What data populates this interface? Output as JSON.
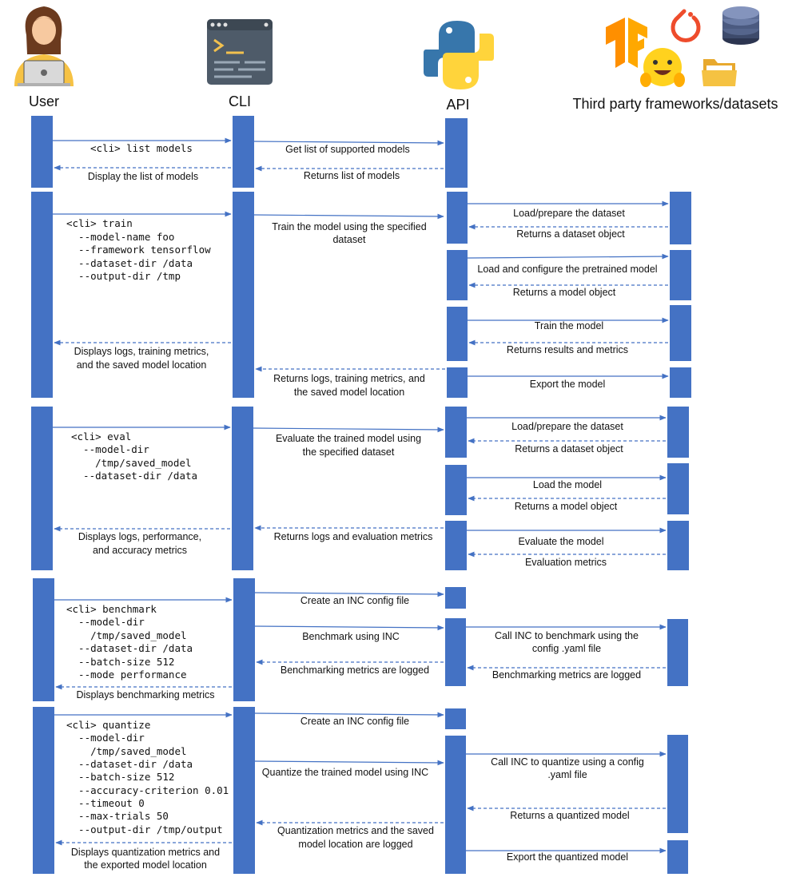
{
  "participants": {
    "user": "User",
    "cli": "CLI",
    "api": "API",
    "third_party": "Third party frameworks/datasets"
  },
  "commands": {
    "list": [
      "<cli> list models"
    ],
    "train": [
      "<cli> train",
      "  --model-name foo",
      "  --framework tensorflow",
      "  --dataset-dir /data",
      "  --output-dir /tmp"
    ],
    "eval": [
      "<cli> eval",
      "  --model-dir",
      "    /tmp/saved_model",
      "  --dataset-dir /data"
    ],
    "benchmark": [
      "<cli> benchmark",
      "  --model-dir",
      "    /tmp/saved_model",
      "  --dataset-dir /data",
      "  --batch-size 512",
      "  --mode performance"
    ],
    "quantize": [
      "<cli> quantize",
      "  --model-dir",
      "    /tmp/saved_model",
      "  --dataset-dir /data",
      "  --batch-size 512",
      "  --accuracy-criterion 0.01",
      "  --timeout 0",
      "  --max-trials 50",
      "  --output-dir /tmp/output"
    ]
  },
  "messages": [
    {
      "id": "m1",
      "lines": [
        "Get list of supported models"
      ]
    },
    {
      "id": "m2",
      "lines": [
        "Display the list of models"
      ]
    },
    {
      "id": "m3",
      "lines": [
        "Returns list of models"
      ]
    },
    {
      "id": "m4",
      "lines": [
        "Train the model using the specified",
        "dataset"
      ]
    },
    {
      "id": "m5",
      "lines": [
        "Load/prepare the dataset"
      ]
    },
    {
      "id": "m6",
      "lines": [
        "Returns a dataset object"
      ]
    },
    {
      "id": "m7",
      "lines": [
        "Load and configure the pretrained model"
      ]
    },
    {
      "id": "m8",
      "lines": [
        "Returns a model object"
      ]
    },
    {
      "id": "m9",
      "lines": [
        "Train the model"
      ]
    },
    {
      "id": "m10",
      "lines": [
        "Returns results and metrics"
      ]
    },
    {
      "id": "m11",
      "lines": [
        "Displays logs, training metrics,",
        "and the saved model location"
      ]
    },
    {
      "id": "m12",
      "lines": [
        "Returns logs, training metrics, and",
        "the saved model location"
      ]
    },
    {
      "id": "m13",
      "lines": [
        "Export the model"
      ]
    },
    {
      "id": "m14",
      "lines": [
        "Evaluate the trained model using",
        "the specified dataset"
      ]
    },
    {
      "id": "m15",
      "lines": [
        "Load/prepare the dataset"
      ]
    },
    {
      "id": "m16",
      "lines": [
        "Returns a dataset object"
      ]
    },
    {
      "id": "m17",
      "lines": [
        "Load the model"
      ]
    },
    {
      "id": "m18",
      "lines": [
        "Returns a model object"
      ]
    },
    {
      "id": "m19",
      "lines": [
        "Displays logs, performance,",
        "and accuracy metrics"
      ]
    },
    {
      "id": "m20",
      "lines": [
        "Returns logs and evaluation metrics"
      ]
    },
    {
      "id": "m21",
      "lines": [
        "Evaluate the model"
      ]
    },
    {
      "id": "m22",
      "lines": [
        "Evaluation metrics"
      ]
    },
    {
      "id": "m23",
      "lines": [
        "Create an INC config file"
      ]
    },
    {
      "id": "m24",
      "lines": [
        "Benchmark using INC"
      ]
    },
    {
      "id": "m25",
      "lines": [
        "Call INC to benchmark using the",
        "config .yaml file"
      ]
    },
    {
      "id": "m26",
      "lines": [
        "Benchmarking metrics are logged"
      ]
    },
    {
      "id": "m27",
      "lines": [
        "Benchmarking metrics are logged"
      ]
    },
    {
      "id": "m28",
      "lines": [
        "Displays benchmarking metrics"
      ]
    },
    {
      "id": "m29",
      "lines": [
        "Create an INC config file"
      ]
    },
    {
      "id": "m30",
      "lines": [
        "Call INC to quantize using a config",
        ".yaml file"
      ]
    },
    {
      "id": "m31",
      "lines": [
        "Quantize the trained model using INC"
      ]
    },
    {
      "id": "m32",
      "lines": [
        "Returns a quantized model"
      ]
    },
    {
      "id": "m33",
      "lines": [
        "Quantization metrics and the saved",
        "model location are logged"
      ]
    },
    {
      "id": "m34",
      "lines": [
        "Displays quantization metrics and",
        "the exported model location"
      ]
    },
    {
      "id": "m35",
      "lines": [
        "Export the quantized model"
      ]
    }
  ],
  "icons": {
    "user": "person-with-laptop-icon",
    "cli": "terminal-window-icon",
    "api": "python-logo-icon",
    "third_party": [
      "tensorflow-logo-icon",
      "pytorch-logo-icon",
      "database-icon",
      "hugging-face-icon",
      "folder-icon"
    ]
  },
  "colors": {
    "lifeline": "#4472c4",
    "arrow": "#4472c4",
    "tensorflow": "#ff8f00",
    "pytorch": "#ee4c2c",
    "database": "#3d4a6b",
    "folder": "#f5c242",
    "python_blue": "#3776ab",
    "python_yellow": "#ffd43b"
  }
}
